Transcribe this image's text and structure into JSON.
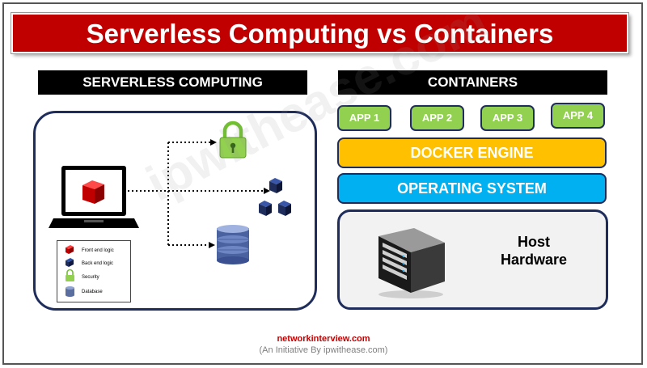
{
  "title": "Serverless Computing vs Containers",
  "serverless": {
    "header": "SERVERLESS COMPUTING",
    "legend": [
      {
        "label": "Front end logic",
        "icon": "red-cube-icon"
      },
      {
        "label": "Back end logic",
        "icon": "blue-cube-icon"
      },
      {
        "label": "Security",
        "icon": "lock-icon"
      },
      {
        "label": "Database",
        "icon": "database-icon"
      }
    ]
  },
  "containers": {
    "header": "CONTAINERS",
    "apps": [
      "APP 1",
      "APP 2",
      "APP 3",
      "APP 4"
    ],
    "docker_engine": "DOCKER ENGINE",
    "operating_system": "OPERATING SYSTEM",
    "host_line1": "Host",
    "host_line2": "Hardware"
  },
  "watermark": "ipwithease.com",
  "footer": {
    "site": "networkinterview.com",
    "subtitle": "(An Initiative By ipwithease.com)"
  },
  "colors": {
    "title_red": "#c00000",
    "app_green": "#92d050",
    "docker_yellow": "#ffc000",
    "os_blue": "#00b0f0",
    "border_navy": "#1f2d5c"
  }
}
